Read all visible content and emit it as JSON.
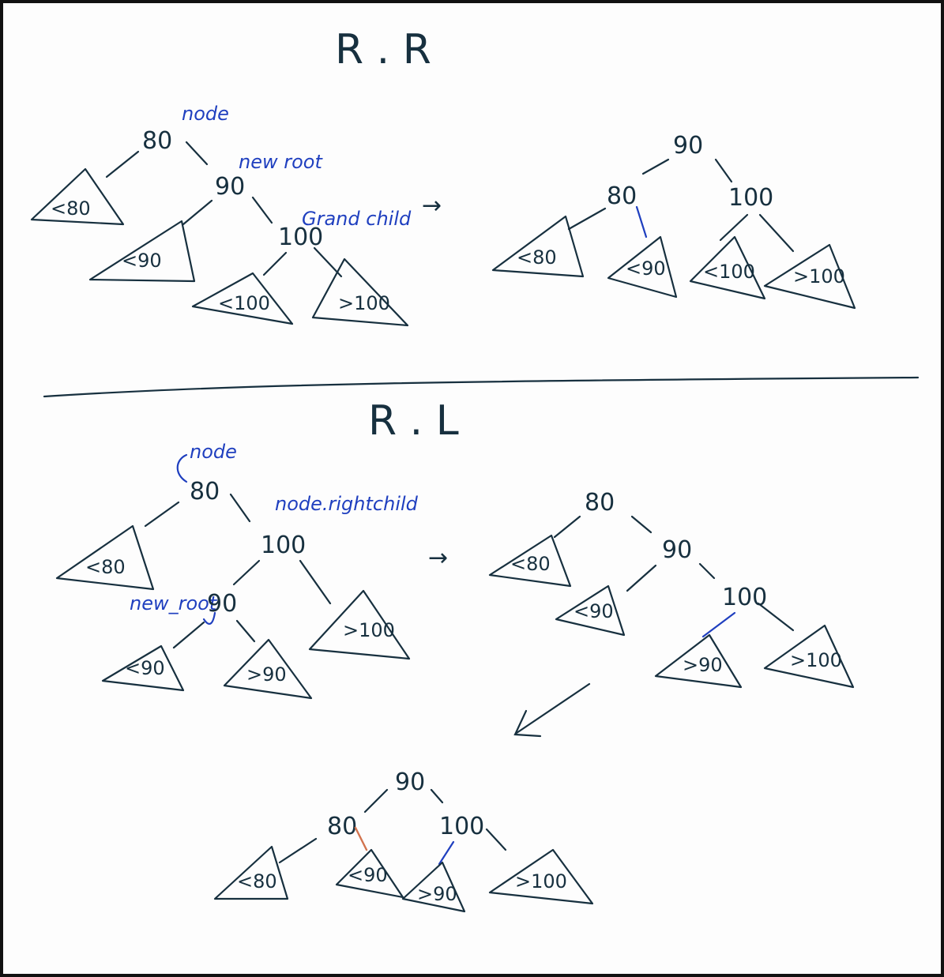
{
  "titles": {
    "rr": "R . R",
    "rl": "R . L"
  },
  "annotations": {
    "rr_node": "node",
    "rr_new_root": "new root",
    "rr_grand_child": "Grand child",
    "rl_node": "node",
    "rl_node_right_child": "node.rightchild",
    "rl_new_root": "new_root"
  },
  "arrows": {
    "rr": "→",
    "rl": "→"
  },
  "rr_before": {
    "nodes": [
      "80",
      "90",
      "100"
    ],
    "subtrees": [
      "<80",
      "<90",
      "<100",
      ">100"
    ]
  },
  "rr_after": {
    "nodes": [
      "90",
      "80",
      "100"
    ],
    "subtrees": [
      "<80",
      "<90",
      "<100",
      ">100"
    ]
  },
  "rl_before": {
    "nodes": [
      "80",
      "100",
      "90"
    ],
    "subtrees": [
      "<80",
      "<90",
      ">90",
      ">100"
    ]
  },
  "rl_mid": {
    "nodes": [
      "80",
      "90",
      "100"
    ],
    "subtrees": [
      "<80",
      "<90",
      ">90",
      ">100"
    ]
  },
  "rl_after": {
    "nodes": [
      "90",
      "80",
      "100"
    ],
    "subtrees": [
      "<80",
      "<90",
      ">90",
      ">100"
    ]
  },
  "colors": {
    "ink": "#17303f",
    "annotation": "#1f3fbf",
    "highlight": "#d2734e"
  }
}
